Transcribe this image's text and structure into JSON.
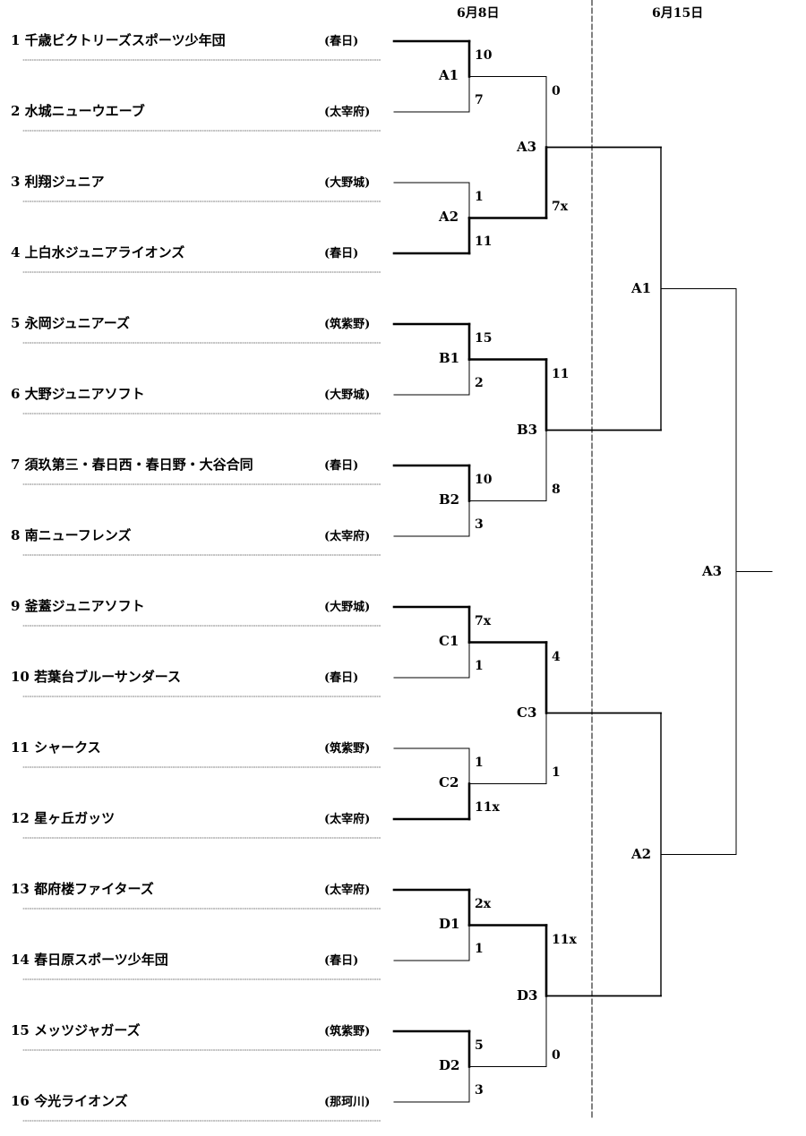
{
  "dates": [
    "6月8日",
    "6月15日"
  ],
  "teams": [
    {
      "name": "1 千歳ビクトリーズスポーツ少年団",
      "area": "(春日)"
    },
    {
      "name": "2 水城ニューウエーブ",
      "area": "(太宰府)"
    },
    {
      "name": "3 利翔ジュニア",
      "area": "(大野城)"
    },
    {
      "name": "4 上白水ジュニアライオンズ",
      "area": "(春日)"
    },
    {
      "name": "5 永岡ジュニアーズ",
      "area": "(筑紫野)"
    },
    {
      "name": "6 大野ジュニアソフト",
      "area": "(大野城)"
    },
    {
      "name": "7 須玖第三・春日西・春日野・大谷合同",
      "area": "(春日)"
    },
    {
      "name": "8 南ニューフレンズ",
      "area": "(太宰府)"
    },
    {
      "name": "9 釜蓋ジュニアソフト",
      "area": "(大野城)"
    },
    {
      "name": "10 若葉台ブルーサンダース",
      "area": "(春日)"
    },
    {
      "name": "11 シャークス",
      "area": "(筑紫野)"
    },
    {
      "name": "12 星ヶ丘ガッツ",
      "area": "(太宰府)"
    },
    {
      "name": "13 都府楼ファイターズ",
      "area": "(太宰府)"
    },
    {
      "name": "14 春日原スポーツ少年団",
      "area": "(春日)"
    },
    {
      "name": "15 メッツジャガーズ",
      "area": "(筑紫野)"
    },
    {
      "name": "16 今光ライオンズ",
      "area": "(那珂川)"
    }
  ],
  "round1": [
    {
      "label": "A1",
      "top_score": "10",
      "bottom_score": "7",
      "winner": "top"
    },
    {
      "label": "A2",
      "top_score": "1",
      "bottom_score": "11",
      "winner": "bottom"
    },
    {
      "label": "B1",
      "top_score": "15",
      "bottom_score": "2",
      "winner": "top"
    },
    {
      "label": "B2",
      "top_score": "10",
      "bottom_score": "3",
      "winner": "top"
    },
    {
      "label": "C1",
      "top_score": "7x",
      "bottom_score": "1",
      "winner": "top"
    },
    {
      "label": "C2",
      "top_score": "1",
      "bottom_score": "11x",
      "winner": "bottom"
    },
    {
      "label": "D1",
      "top_score": "2x",
      "bottom_score": "1",
      "winner": "top"
    },
    {
      "label": "D2",
      "top_score": "5",
      "bottom_score": "3",
      "winner": "top"
    }
  ],
  "round2": [
    {
      "label": "A3",
      "top_score": "0",
      "bottom_score": "7x",
      "winner": "bottom"
    },
    {
      "label": "B3",
      "top_score": "11",
      "bottom_score": "8",
      "winner": "top"
    },
    {
      "label": "C3",
      "top_score": "4",
      "bottom_score": "1",
      "winner": "top"
    },
    {
      "label": "D3",
      "top_score": "11x",
      "bottom_score": "0",
      "winner": "top"
    }
  ],
  "round3": [
    {
      "label": "A1"
    },
    {
      "label": "A2"
    }
  ],
  "final": {
    "label": "A3"
  }
}
